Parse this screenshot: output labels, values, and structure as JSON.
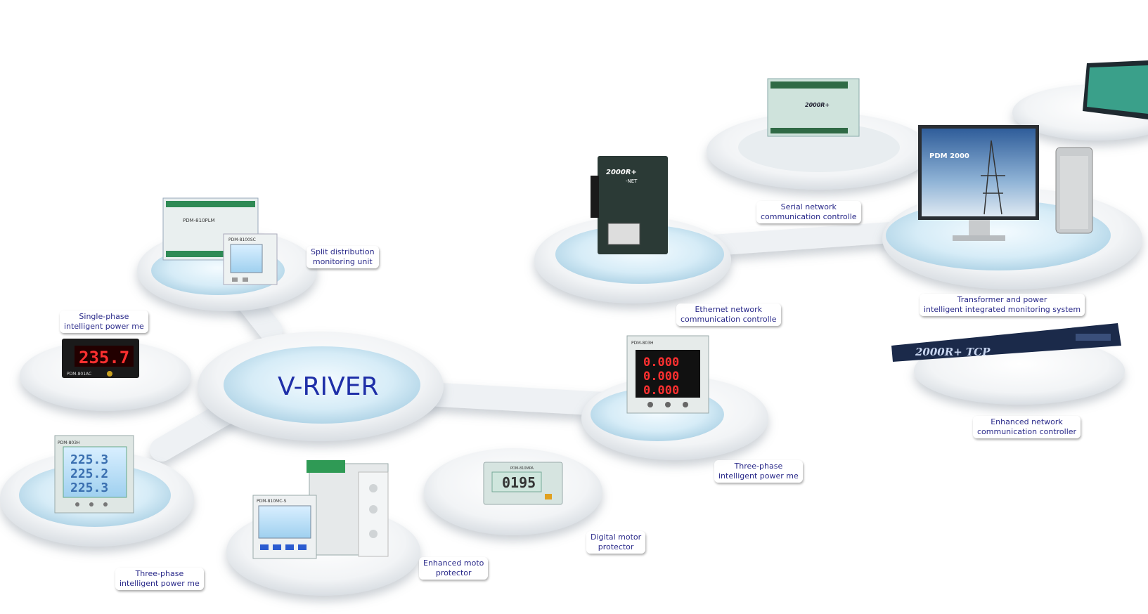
{
  "center": {
    "title": "V-RIVER"
  },
  "colors": {
    "center_text": "#1f2fa8",
    "label_text": "#2a2a8a",
    "display_red": "#ff3030",
    "display_lcd": "#3a6fb0"
  },
  "nodes": [
    {
      "id": "split-distribution",
      "label_line1": "Split distribution",
      "label_line2": "monitoring unit",
      "device_text": [
        "PDM-810PLM",
        "PDM-8100SC"
      ]
    },
    {
      "id": "single-phase-meter",
      "label_line1": "Single-phase",
      "label_line2": "intelligent power me",
      "device_text": [
        "235.7",
        "PDM-801AC"
      ]
    },
    {
      "id": "three-phase-meter-left",
      "label_line1": "Three-phase",
      "label_line2": "intelligent power me",
      "device_text": [
        "225.3",
        "225.2",
        "225.3",
        "PDM-803H"
      ]
    },
    {
      "id": "enhanced-motor-protector",
      "label_line1": "Enhanced moto",
      "label_line2": "protector",
      "device_text": [
        "PDM-810MC-S"
      ]
    },
    {
      "id": "digital-motor-protector",
      "label_line1": "Digital motor",
      "label_line2": "protector",
      "device_text": [
        "0195",
        "PDM-810MPA"
      ]
    },
    {
      "id": "three-phase-meter-right",
      "label_line1": "Three-phase",
      "label_line2": "intelligent power me",
      "device_text": [
        "0.000",
        "0.000",
        "0.000",
        "PDM-803H"
      ]
    },
    {
      "id": "ethernet-controller",
      "label_line1": "Ethernet network",
      "label_line2": "communication controlle",
      "device_text": [
        "2000R+",
        "-NET"
      ]
    },
    {
      "id": "serial-controller",
      "label_line1": "Serial network",
      "label_line2": "communication controlle",
      "device_text": [
        "2000R+"
      ]
    },
    {
      "id": "monitoring-system",
      "label_line1": "Transformer and power",
      "label_line2": "intelligent integrated monitoring system",
      "device_text": [
        "PDM 2000"
      ]
    },
    {
      "id": "enhanced-network-controller",
      "label_line1": "Enhanced network",
      "label_line2": "communication controller",
      "device_text": [
        "2000R+ TCP"
      ]
    }
  ]
}
